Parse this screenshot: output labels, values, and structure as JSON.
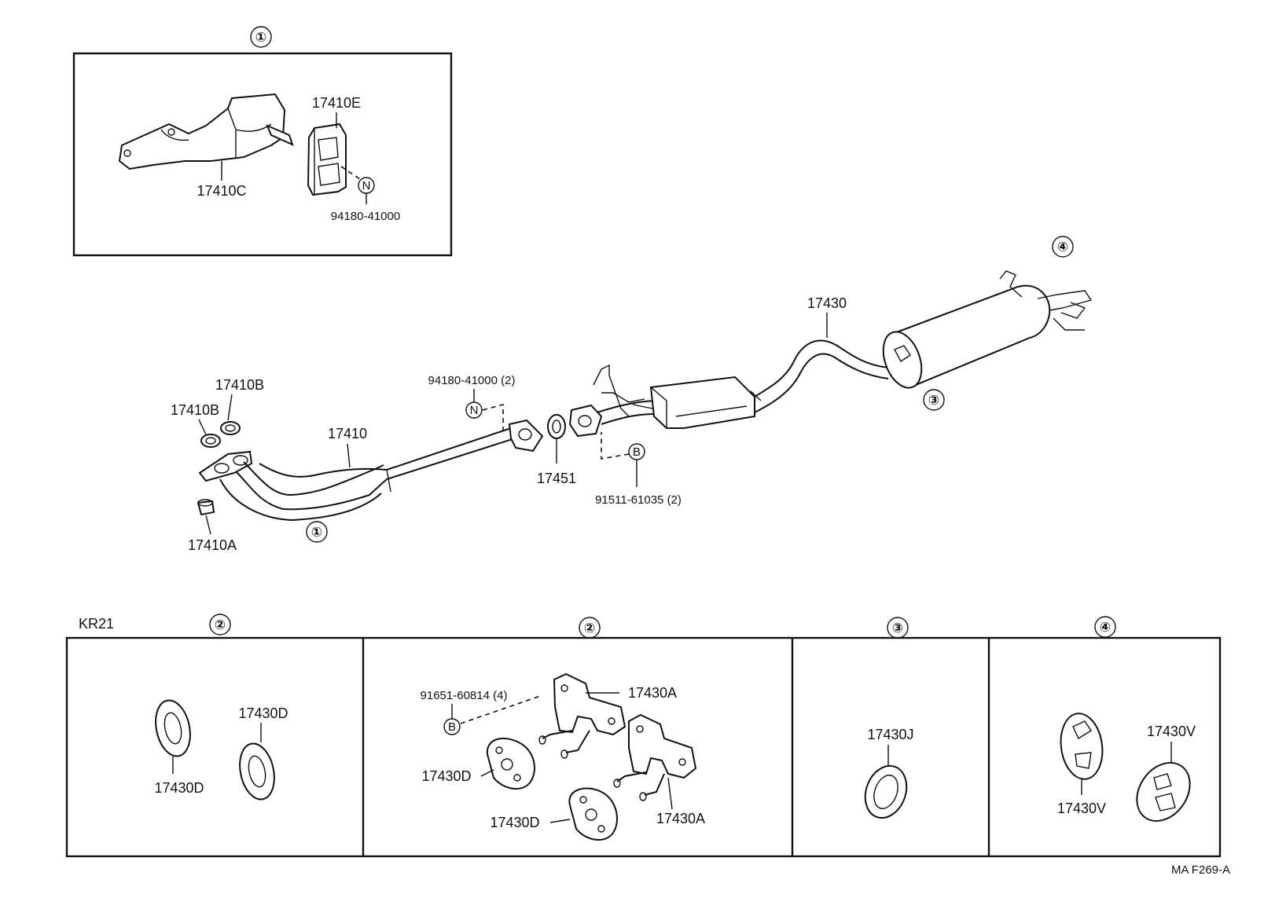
{
  "inset_top": {
    "callout": "①",
    "parts": {
      "bracket": "17410C",
      "heat_insulator": "17410E",
      "nut": "94180-41000",
      "nut_symbol": "N"
    }
  },
  "main_assembly": {
    "callouts": {
      "front_pipe": "①",
      "center_muffler_clamp": "③",
      "tail_hanger": "④"
    },
    "parts": {
      "gasket_upper": "17410B",
      "gasket_lower": "17410B",
      "stud": "17410A",
      "front_pipe": "17410",
      "nut_pair": "94180-41000 (2)",
      "nut_symbol": "N",
      "gasket_ring": "17451",
      "bolt_pair": "91511-61035 (2)",
      "bolt_symbol": "B",
      "tail_pipe": "17430"
    }
  },
  "bottom_panels": {
    "model_code": "KR21",
    "panels": [
      {
        "callout": "②",
        "labels": [
          "17430D",
          "17430D"
        ]
      },
      {
        "callout": "②",
        "bolt": "91651-60814 (4)",
        "bolt_symbol": "B",
        "labels": [
          "17430A",
          "17430D",
          "17430D",
          "17430A"
        ]
      },
      {
        "callout": "③",
        "labels": [
          "17430J"
        ]
      },
      {
        "callout": "④",
        "labels": [
          "17430V",
          "17430V"
        ]
      }
    ]
  },
  "footer_code": "MA  F269-A"
}
